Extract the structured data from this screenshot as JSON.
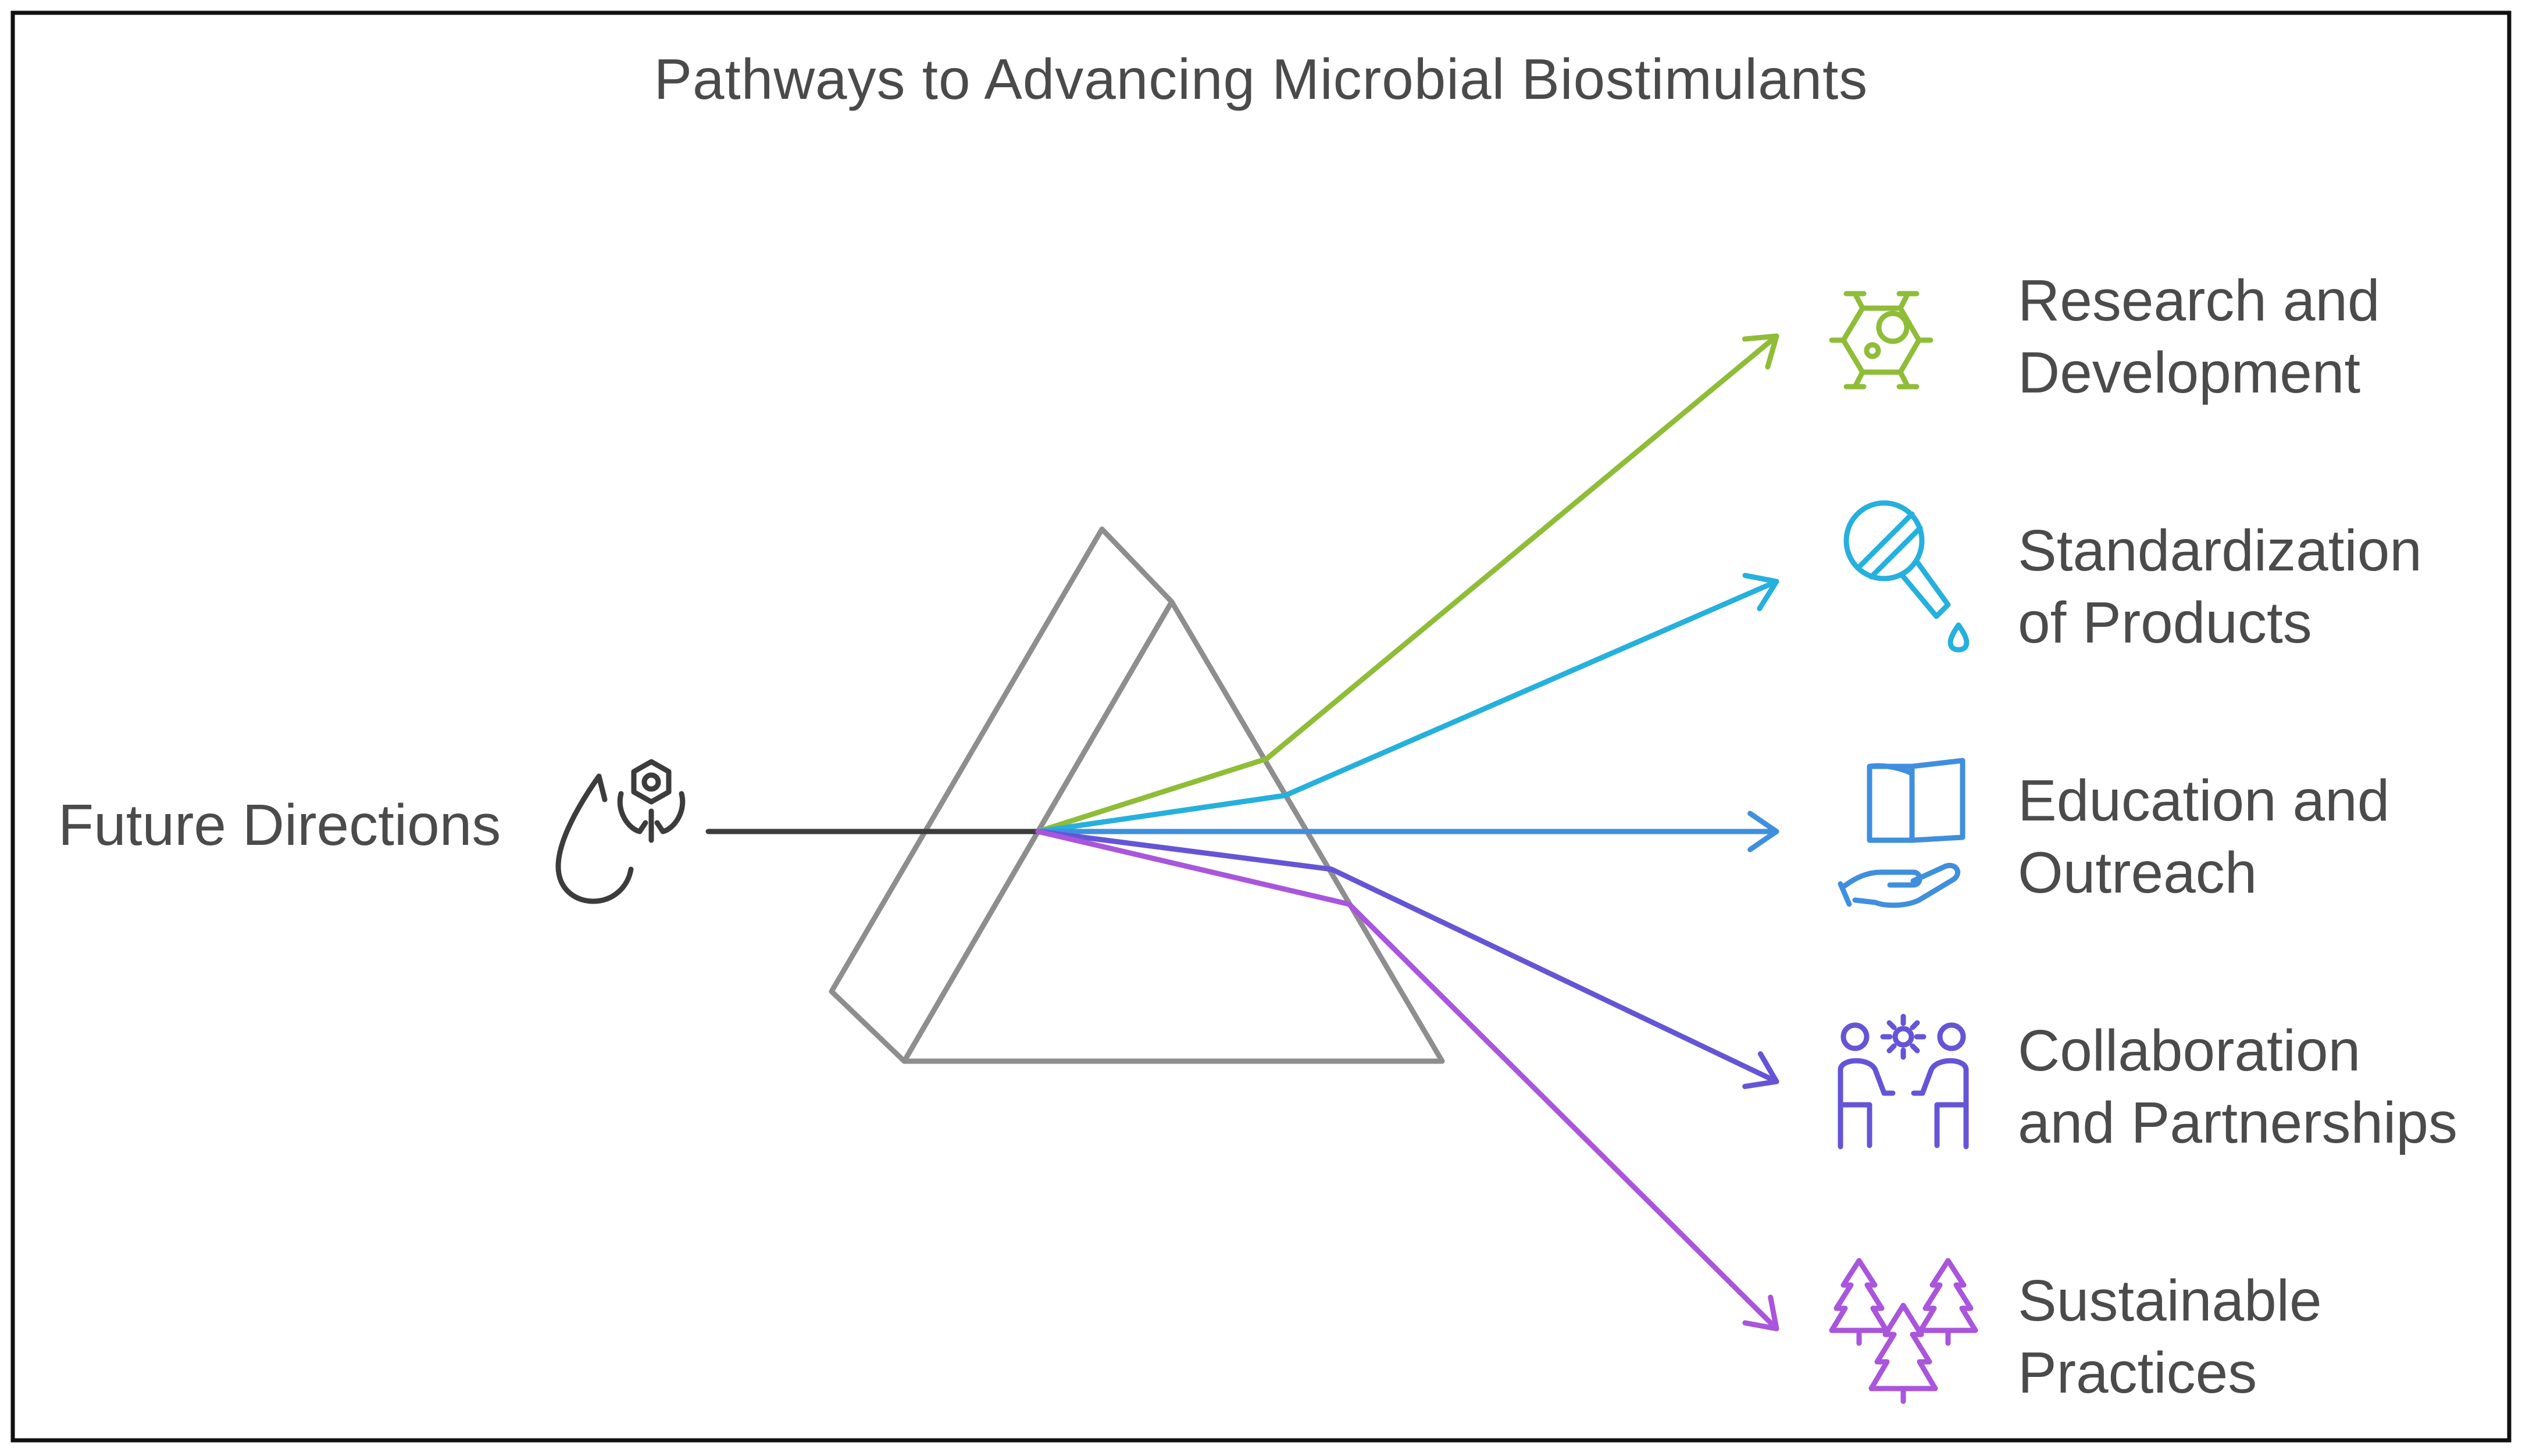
{
  "title": "Pathways to Advancing Microbial Biostimulants",
  "source": {
    "label": "Future Directions",
    "icon": "water-drop-microbe-icon",
    "color": "#3c3c3c"
  },
  "prism": {
    "color": "#8e8e8e"
  },
  "branches": [
    {
      "id": "research",
      "line1": "Research and",
      "line2": "Development",
      "color": "#8fbd38",
      "icon": "microorganism-cell-icon"
    },
    {
      "id": "standardization",
      "line1": "Standardization",
      "line2": "of Products",
      "color": "#25b0dd",
      "icon": "pipette-flask-drop-icon"
    },
    {
      "id": "education",
      "line1": "Education and",
      "line2": "Outreach",
      "color": "#3f8fde",
      "icon": "book-in-hand-icon"
    },
    {
      "id": "collaboration",
      "line1": "Collaboration",
      "line2": "and Partnerships",
      "color": "#6455d7",
      "icon": "two-people-collaborating-icon"
    },
    {
      "id": "sustainable",
      "line1": "Sustainable",
      "line2": "Practices",
      "color": "#a955dc",
      "icon": "pine-trees-icon"
    }
  ]
}
